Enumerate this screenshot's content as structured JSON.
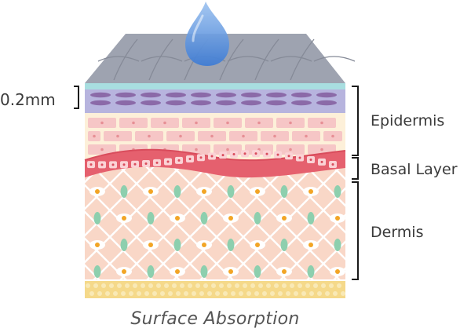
{
  "labels": {
    "thickness": "0.2mm",
    "epidermis": "Epidermis",
    "basal_layer": "Basal Layer",
    "dermis": "Dermis"
  },
  "caption": "Surface Absorption",
  "colors": {
    "surface_top": "#9ea3b0",
    "stratum_band": "#b7b4de",
    "stratum_cells": "#8b6aa8",
    "epidermis_bg": "#fdf0d9",
    "epidermis_cells": "#f6c6c6",
    "basal_band": "#e5606e",
    "dermis_bg": "#f9d7c7",
    "dermis_node": "#8dcfae",
    "dermis_eye_dot": "#f2a526",
    "base_layer": "#f5d98a",
    "droplet": "#3d7bd4",
    "bracket": "#1a1a1a"
  }
}
